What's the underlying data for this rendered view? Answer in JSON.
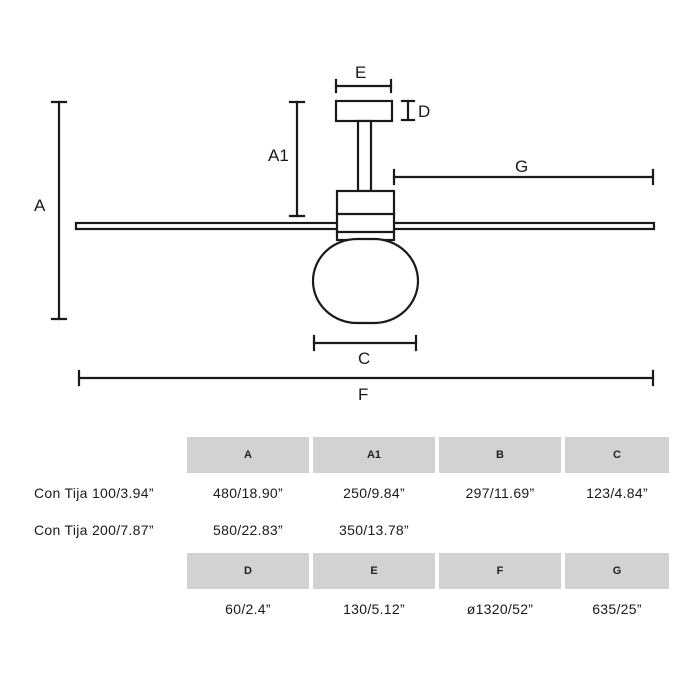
{
  "labels": {
    "A": "A",
    "A1": "A1",
    "C": "C",
    "D": "D",
    "E": "E",
    "F": "F",
    "G": "G"
  },
  "table": {
    "header_row_1": [
      "A",
      "A1",
      "B",
      "C"
    ],
    "rows_1": [
      {
        "label": "Con Tija 100/3.94”",
        "values": [
          "480/18.90”",
          "250/9.84”",
          "297/11.69”",
          "123/4.84”"
        ]
      },
      {
        "label": "Con Tija 200/7.87”",
        "values": [
          "580/22.83”",
          "350/13.78”",
          "",
          ""
        ]
      }
    ],
    "header_row_2": [
      "D",
      "E",
      "F",
      "G"
    ],
    "rows_2": [
      {
        "label": "",
        "values": [
          "60/2.4”",
          "130/5.12”",
          "ø1320/52”",
          "635/25”"
        ]
      }
    ]
  }
}
